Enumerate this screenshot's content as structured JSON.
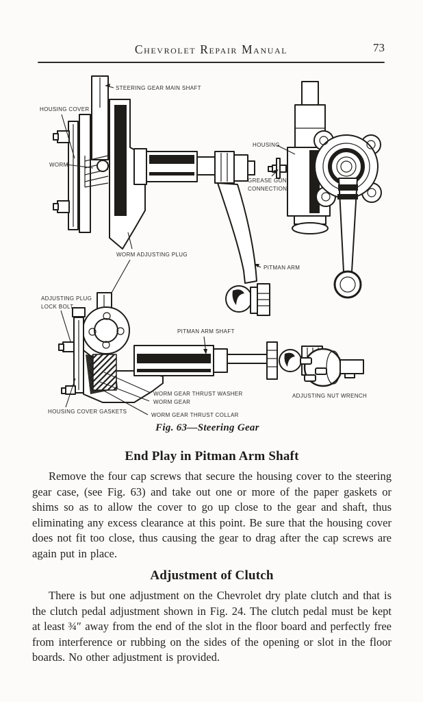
{
  "page": {
    "header": {
      "title": "Chevrolet Repair Manual",
      "page_number": "73"
    },
    "figure": {
      "caption": "Fig. 63—Steering Gear",
      "labels": {
        "steering_gear_main_shaft": "STEERING GEAR MAIN SHAFT",
        "housing_cover": "HOUSING COVER",
        "worm": "WORM",
        "housing": "HOUSING",
        "grease_gun_line1": "GREASE GUN",
        "grease_gun_line2": "CONNECTION",
        "worm_adjusting_plug": "WORM ADJUSTING PLUG",
        "pitman_arm": "PITMAN ARM",
        "adjusting_plug_line1": "ADJUSTING PLUG",
        "adjusting_plug_line2": "LOCK BOLT",
        "pitman_arm_shaft": "PITMAN ARM SHAFT",
        "worm_gear_thrust_washer": "WORM GEAR THRUST WASHER",
        "worm_gear": "WORM GEAR",
        "housing_cover_gaskets": "HOUSING COVER GASKETS",
        "worm_gear_thrust_collar": "WORM GEAR THRUST COLLAR",
        "adjusting_nut_wrench": "ADJUSTING NUT WRENCH"
      }
    },
    "sections": [
      {
        "heading": "End Play in Pitman Arm Shaft",
        "body": "Remove the four cap screws that secure the housing cover to the steering gear case, (see Fig. 63) and take out one or more of the paper gaskets or shims so as to allow the cover to go up close to the gear and shaft, thus eliminating any excess clearance at this point.  Be sure that the housing cover does not fit too close, thus causing the gear to drag after the cap screws are again put in place."
      },
      {
        "heading": "Adjustment of Clutch",
        "body": "There is but one adjustment on the Chevrolet dry plate clutch and that is the clutch pedal adjustment shown in Fig. 24.  The clutch pedal must be kept at least ¾″ away from the end of the slot in the floor board and perfectly free from interference or rubbing on the sides of the opening or slot in the floor boards.  No other adjustment is provided."
      }
    ],
    "colors": {
      "ink": "#1e1d1a",
      "paper": "#fcfbf9"
    }
  }
}
